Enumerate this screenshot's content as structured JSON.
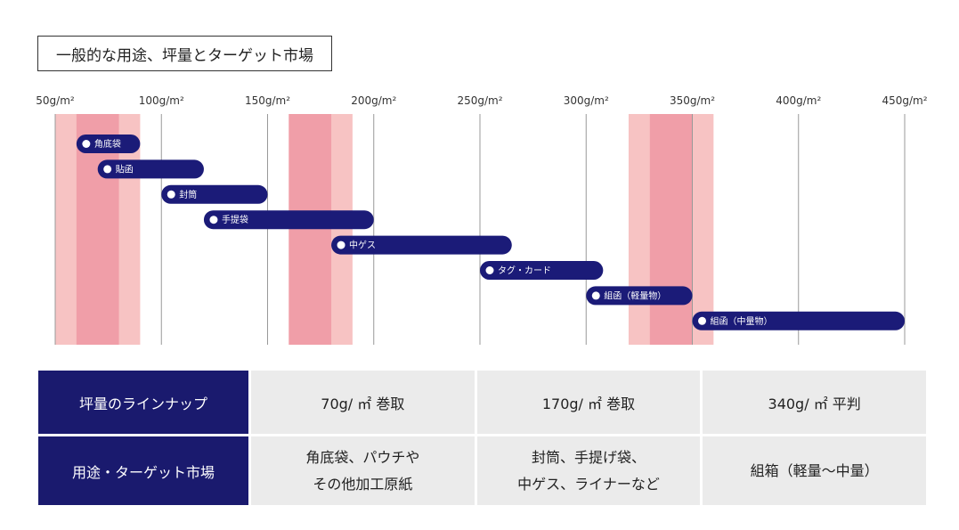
{
  "title": "一般的な用途、坪量とターゲット市場",
  "chart_data": {
    "type": "bar",
    "orientation": "horizontal-range",
    "title": "一般的な用途、坪量とターゲット市場",
    "x_ticks": [
      "50g/m²",
      "100g/m²",
      "150g/m²",
      "200g/m²",
      "250g/m²",
      "300g/m²",
      "350g/m²",
      "400g/m²",
      "450g/m²"
    ],
    "x_tick_values": [
      50,
      100,
      150,
      200,
      250,
      300,
      350,
      400,
      450
    ],
    "xlim": [
      50,
      450
    ],
    "xunit": "g/m²",
    "grid": true,
    "ranges": [
      {
        "name": "角底袋",
        "start": 60,
        "end": 90
      },
      {
        "name": "貼函",
        "start": 70,
        "end": 120
      },
      {
        "name": "封筒",
        "start": 100,
        "end": 150
      },
      {
        "name": "手提袋",
        "start": 120,
        "end": 200
      },
      {
        "name": "中ゲス",
        "start": 180,
        "end": 265
      },
      {
        "name": "タグ・カード",
        "start": 250,
        "end": 308
      },
      {
        "name": "組函（軽量物）",
        "start": 300,
        "end": 350
      },
      {
        "name": "組函（中量物）",
        "start": 350,
        "end": 450
      }
    ],
    "highlight_bands": [
      {
        "center": 70,
        "inner": [
          60,
          80
        ],
        "outer": [
          50,
          90
        ]
      },
      {
        "center": 170,
        "inner": [
          160,
          180
        ],
        "outer": [
          160,
          190
        ]
      },
      {
        "center": 340,
        "inner": [
          330,
          350
        ],
        "outer": [
          320,
          360
        ]
      }
    ],
    "colors": {
      "bar": "#1b1b78",
      "band_outer": "#f7c3c3",
      "band_inner": "#f09ea8",
      "grid": "#999999",
      "dot": "#ffffff"
    }
  },
  "table": {
    "row1": {
      "header": "坪量のラインナップ",
      "cells": [
        "70g/ ㎡ 巻取",
        "170g/ ㎡ 巻取",
        "340g/ ㎡ 平判"
      ]
    },
    "row2": {
      "header": "用途・ターゲット市場",
      "cells": [
        [
          "角底袋、パウチや",
          "その他加工原紙"
        ],
        [
          "封筒、手提げ袋、",
          "中ゲス、ライナーなど"
        ],
        [
          "組箱（軽量〜中量）"
        ]
      ]
    },
    "colors": {
      "header_bg": "#1a1a6e",
      "cell_bg": "#ebebeb"
    }
  }
}
